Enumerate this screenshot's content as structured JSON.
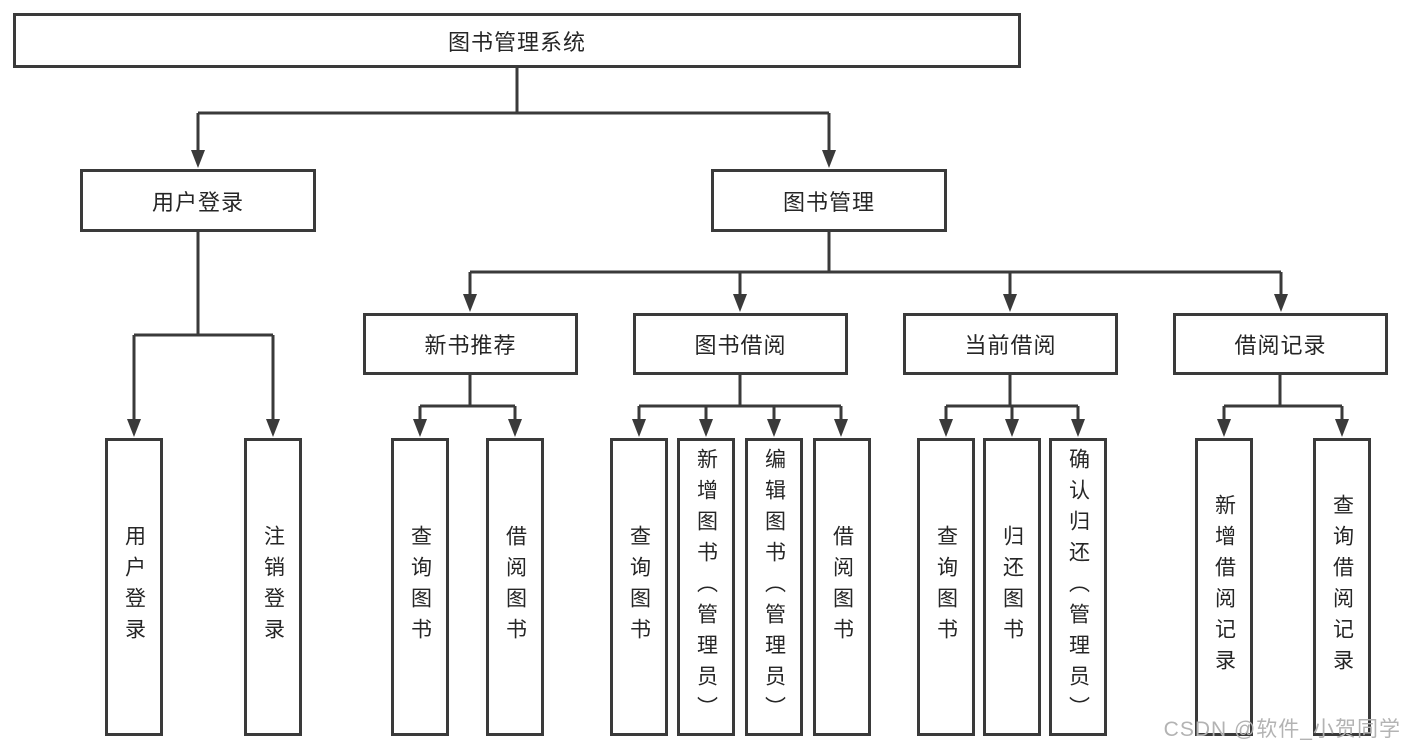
{
  "diagram": {
    "root": "图书管理系统",
    "children": [
      {
        "label": "用户登录",
        "children": [
          "用户登录",
          "注销登录"
        ]
      },
      {
        "label": "图书管理",
        "children": [
          {
            "label": "新书推荐",
            "children": [
              "查询图书",
              "借阅图书"
            ]
          },
          {
            "label": "图书借阅",
            "children": [
              "查询图书",
              "新增图书（管理员）",
              "编辑图书（管理员）",
              "借阅图书"
            ]
          },
          {
            "label": "当前借阅",
            "children": [
              "查询图书",
              "归还图书",
              "确认归还（管理员）"
            ]
          },
          {
            "label": "借阅记录",
            "children": [
              "新增借阅记录",
              "查询借阅记录"
            ]
          }
        ]
      }
    ]
  },
  "watermark": "CSDN @软件_小贺同学",
  "colors": {
    "line": "#3a3a3a",
    "text": "#262626",
    "box_background": "#ffffff",
    "watermark": "#b3b3b3",
    "background": "#ffffff"
  }
}
